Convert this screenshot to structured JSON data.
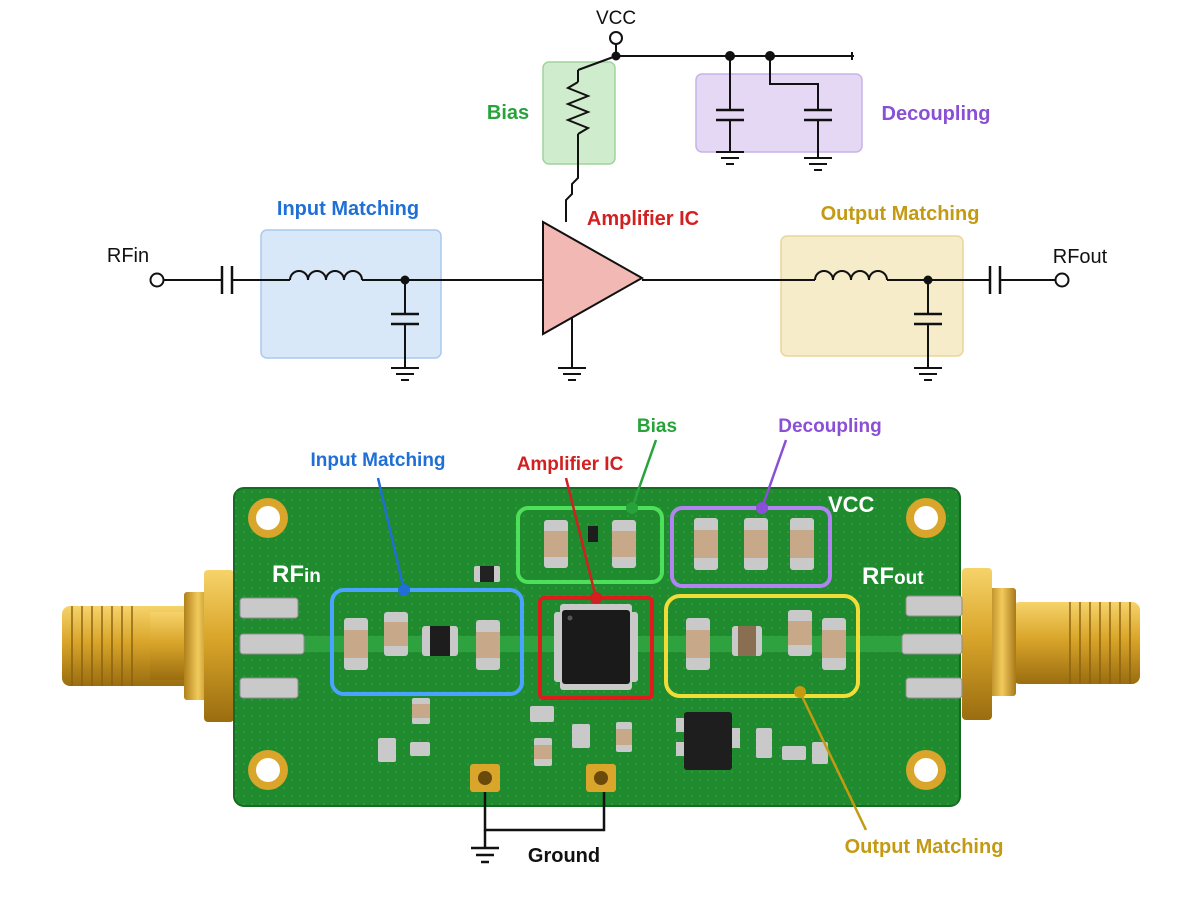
{
  "schematic": {
    "vcc": "VCC",
    "rf_in": "RFin",
    "rf_out": "RFout",
    "bias": "Bias",
    "decoupling": "Decoupling",
    "input_matching": "Input Matching",
    "amplifier_ic": "Amplifier IC",
    "output_matching": "Output Matching"
  },
  "board": {
    "rf_in_main": "RF",
    "rf_in_sub": "in",
    "rf_out_main": "RF",
    "rf_out_sub": "out",
    "vcc": "VCC",
    "bias": "Bias",
    "decoupling": "Decoupling",
    "input_matching": "Input Matching",
    "amplifier_ic": "Amplifier IC",
    "output_matching": "Output Matching",
    "ground": "Ground"
  },
  "colors": {
    "bias": "#27a33a",
    "decoupling": "#8a4fd6",
    "input_matching": "#1f6fd6",
    "amplifier_ic": "#d21f1f",
    "output_matching": "#c49a12",
    "pcb": "#1f8a2e"
  }
}
